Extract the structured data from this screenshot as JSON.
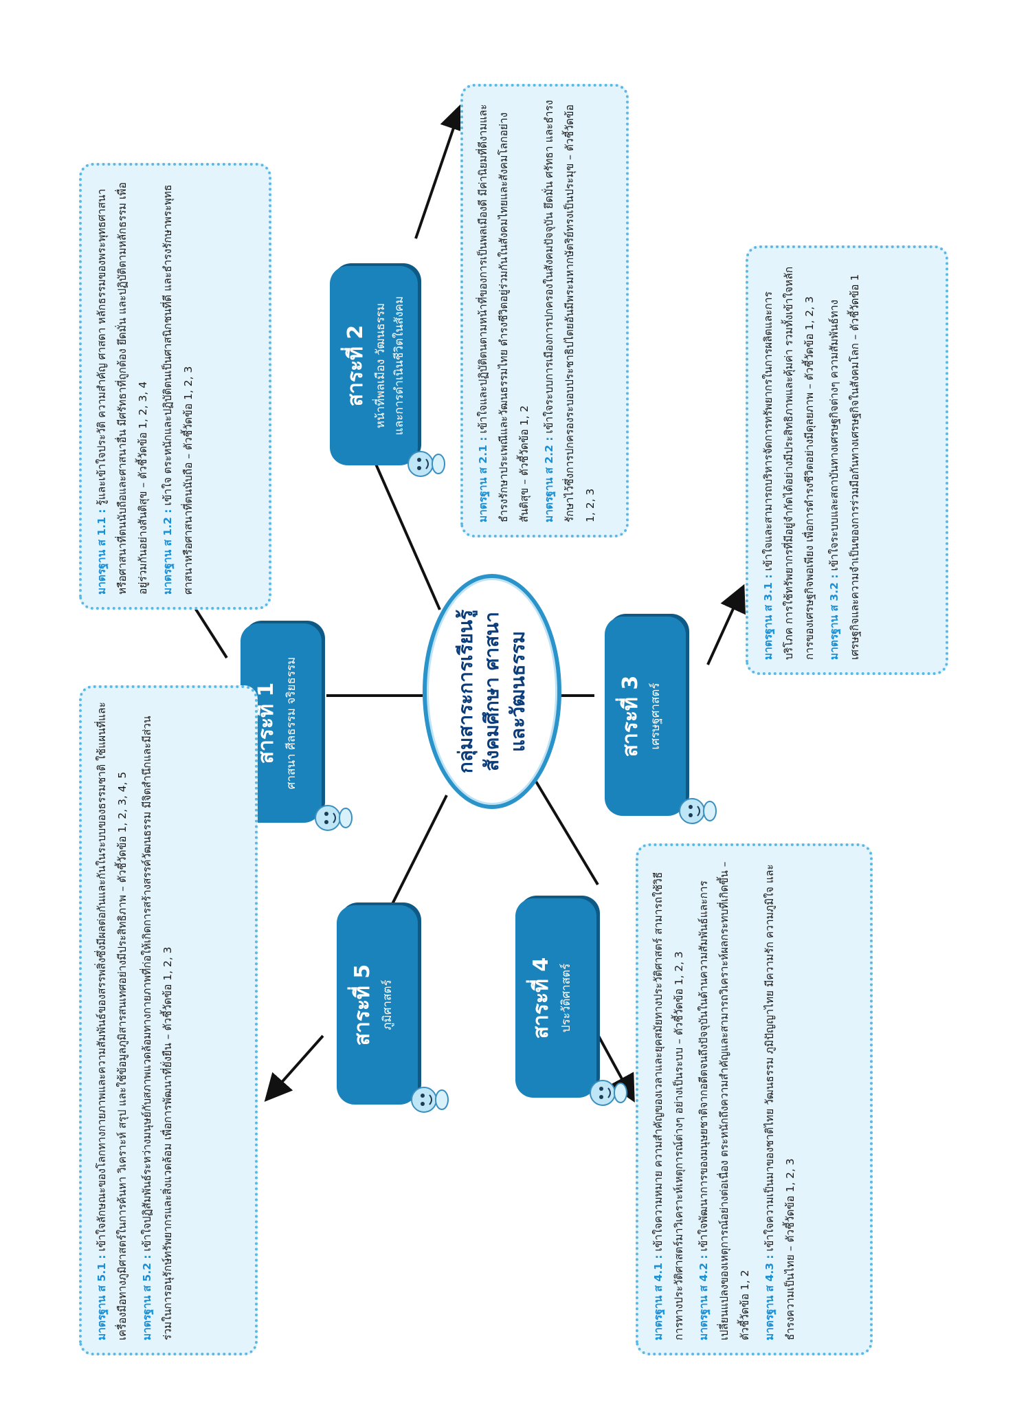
{
  "center": {
    "title": "กลุ่มสาระการเรียนรู้\nสังคมศึกษา ศาสนา\nและวัฒนธรรม"
  },
  "topics": [
    {
      "title": "สาระที่ 1",
      "subtitle": "ศาสนา ศีลธรรม จริยธรรม"
    },
    {
      "title": "สาระที่ 2",
      "subtitle": "หน้าที่พลเมือง วัฒนธรรม\nและการดำเนินชีวิตในสังคม"
    },
    {
      "title": "สาระที่ 3",
      "subtitle": "เศรษฐศาสตร์"
    },
    {
      "title": "สาระที่ 4",
      "subtitle": "ประวัติศาสตร์"
    },
    {
      "title": "สาระที่ 5",
      "subtitle": "ภูมิศาสตร์"
    }
  ],
  "boxes": {
    "s1": [
      {
        "label": "มาตรฐาน ส 1.1 :",
        "text": "รู้และเข้าใจประวัติ ความสำคัญ ศาสดา หลักธรรมของพระพุทธศาสนาหรือศาสนาที่ตนนับถือและศาสนาอื่น มีศรัทธาที่ถูกต้อง ยึดมั่น และปฏิบัติตามหลักธรรม เพื่ออยู่ร่วมกันอย่างสันติสุข – ตัวชี้วัดข้อ 1, 2, 3, 4"
      },
      {
        "label": "มาตรฐาน ส 1.2 :",
        "text": "เข้าใจ ตระหนักและปฏิบัติตนเป็นศาสนิกชนที่ดี และธำรงรักษาพระพุทธศาสนาหรือศาสนาที่ตนนับถือ – ตัวชี้วัดข้อ 1, 2, 3"
      }
    ],
    "s2": [
      {
        "label": "มาตรฐาน ส 2.1 :",
        "text": "เข้าใจและปฏิบัติตนตามหน้าที่ของการเป็นพลเมืองดี มีค่านิยมที่ดีงามและธำรงรักษาประเพณีและวัฒนธรรมไทย ดำรงชีวิตอยู่ร่วมกันในสังคมไทยและสังคมโลกอย่างสันติสุข – ตัวชี้วัดข้อ 1, 2"
      },
      {
        "label": "มาตรฐาน ส 2.2 :",
        "text": "เข้าใจระบบการเมืองการปกครองในสังคมปัจจุบัน ยึดมั่น ศรัทธา และธำรงรักษาไว้ซึ่งการปกครองระบอบประชาธิปไตยอันมีพระมหากษัตริย์ทรงเป็นประมุข – ตัวชี้วัดข้อ 1, 2, 3"
      }
    ],
    "s3": [
      {
        "label": "มาตรฐาน ส 3.1 :",
        "text": "เข้าใจและสามารถบริหารจัดการทรัพยากรในการผลิตและการบริโภค การใช้ทรัพยากรที่มีอยู่จำกัดได้อย่างมีประสิทธิภาพและคุ้มค่า รวมทั้งเข้าใจหลักการของเศรษฐกิจพอเพียง เพื่อการดำรงชีวิตอย่างมีดุลยภาพ – ตัวชี้วัดข้อ 1, 2, 3"
      },
      {
        "label": "มาตรฐาน ส 3.2 :",
        "text": "เข้าใจระบบและสถาบันทางเศรษฐกิจต่างๆ ความสัมพันธ์ทางเศรษฐกิจและความจำเป็นของการร่วมมือกันทางเศรษฐกิจในสังคมโลก – ตัวชี้วัดข้อ 1"
      }
    ],
    "s4": [
      {
        "label": "มาตรฐาน ส 4.1 :",
        "text": "เข้าใจความหมาย ความสำคัญของเวลาและยุคสมัยทางประวัติศาสตร์ สามารถใช้วิธีการทางประวัติศาสตร์มาวิเคราะห์เหตุการณ์ต่างๆ อย่างเป็นระบบ – ตัวชี้วัดข้อ 1, 2, 3"
      },
      {
        "label": "มาตรฐาน ส 4.2 :",
        "text": "เข้าใจพัฒนาการของมนุษยชาติจากอดีตจนถึงปัจจุบันในด้านความสัมพันธ์และการเปลี่ยนแปลงของเหตุการณ์อย่างต่อเนื่อง ตระหนักถึงความสำคัญและสามารถวิเคราะห์ผลกระทบที่เกิดขึ้น – ตัวชี้วัดข้อ 1, 2"
      },
      {
        "label": "มาตรฐาน ส 4.3 :",
        "text": "เข้าใจความเป็นมาของชาติไทย วัฒนธรรม ภูมิปัญญาไทย มีความรัก ความภูมิใจ และธำรงความเป็นไทย – ตัวชี้วัดข้อ 1, 2, 3"
      }
    ],
    "s5": [
      {
        "label": "มาตรฐาน ส 5.1 :",
        "text": "เข้าใจลักษณะของโลกทางกายภาพและความสัมพันธ์ของสรรพสิ่งซึ่งมีผลต่อกันและกันในระบบของธรรมชาติ ใช้แผนที่และเครื่องมือทางภูมิศาสตร์ในการค้นหา วิเคราะห์ สรุป และใช้ข้อมูลภูมิสารสนเทศอย่างมีประสิทธิภาพ – ตัวชี้วัดข้อ 1, 2, 3, 4, 5"
      },
      {
        "label": "มาตรฐาน ส 5.2 :",
        "text": "เข้าใจปฏิสัมพันธ์ระหว่างมนุษย์กับสภาพแวดล้อมทางกายภาพที่ก่อให้เกิดการสร้างสรรค์วัฒนธรรม มีจิตสำนึกและมีส่วนร่วมในการอนุรักษ์ทรัพยากรและสิ่งแวดล้อม เพื่อการพัฒนาที่ยั่งยืน – ตัวชี้วัดข้อ 1, 2, 3"
      }
    ]
  },
  "colors": {
    "topic": "#1a83bb",
    "box_bg": "#e4f4fc",
    "box_border": "#5bb8e4",
    "label": "#1b8fd3",
    "center_text": "#0b3d7a"
  }
}
